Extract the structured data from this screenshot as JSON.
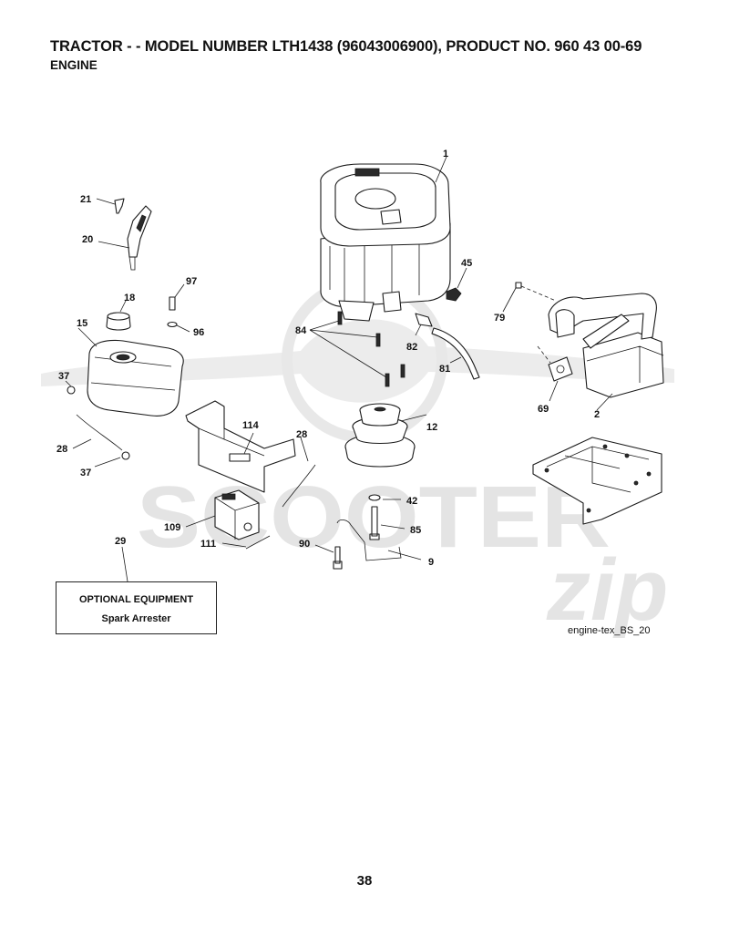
{
  "header": {
    "title": "TRACTOR - - MODEL NUMBER LTH1438 (96043006900), PRODUCT NO. 960 43 00-69",
    "subtitle": "ENGINE"
  },
  "watermark": {
    "brand": "SCOOTER",
    "script": "zip"
  },
  "parts": [
    {
      "id": "1",
      "label": "1"
    },
    {
      "id": "2",
      "label": "2"
    },
    {
      "id": "9",
      "label": "9"
    },
    {
      "id": "12",
      "label": "12"
    },
    {
      "id": "15",
      "label": "15"
    },
    {
      "id": "18",
      "label": "18"
    },
    {
      "id": "20",
      "label": "20"
    },
    {
      "id": "21",
      "label": "21"
    },
    {
      "id": "28a",
      "label": "28"
    },
    {
      "id": "28b",
      "label": "28"
    },
    {
      "id": "29",
      "label": "29"
    },
    {
      "id": "37a",
      "label": "37"
    },
    {
      "id": "37b",
      "label": "37"
    },
    {
      "id": "42",
      "label": "42"
    },
    {
      "id": "45",
      "label": "45"
    },
    {
      "id": "69",
      "label": "69"
    },
    {
      "id": "79",
      "label": "79"
    },
    {
      "id": "81",
      "label": "81"
    },
    {
      "id": "82",
      "label": "82"
    },
    {
      "id": "84",
      "label": "84"
    },
    {
      "id": "85",
      "label": "85"
    },
    {
      "id": "90",
      "label": "90"
    },
    {
      "id": "96",
      "label": "96"
    },
    {
      "id": "97",
      "label": "97"
    },
    {
      "id": "109",
      "label": "109"
    },
    {
      "id": "111",
      "label": "111"
    },
    {
      "id": "114",
      "label": "114"
    }
  ],
  "optional_equipment": {
    "title": "OPTIONAL EQUIPMENT",
    "item": "Spark Arrester"
  },
  "figure_code": "engine-tex_BS_20",
  "page_number": "38"
}
